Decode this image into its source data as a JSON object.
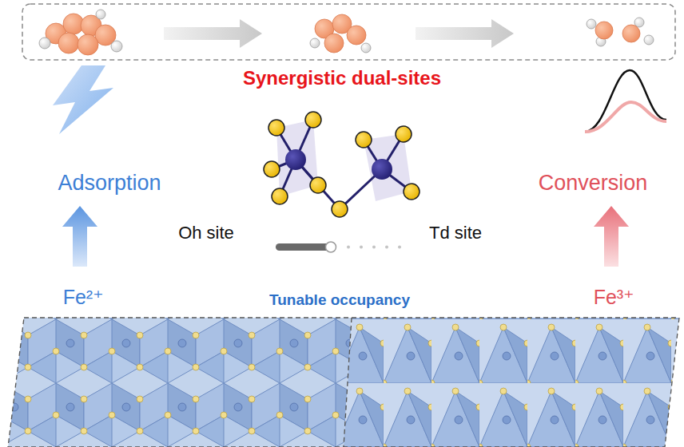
{
  "diagram": {
    "labels": [
      "Synergistic dual-sites",
      "Adsorption",
      "Conversion",
      "Oh site",
      "Td site",
      "Fe²⁺",
      "Fe³⁺",
      "Tunable occupancy"
    ]
  }
}
